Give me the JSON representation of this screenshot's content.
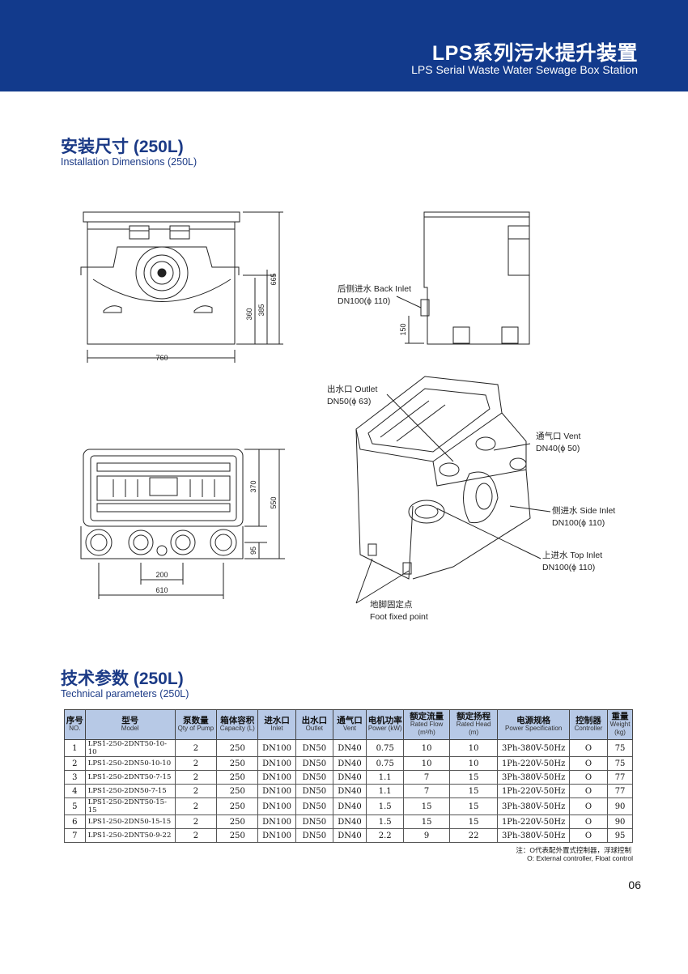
{
  "header": {
    "title_cn": "LPS系列污水提升装置",
    "title_en": "LPS Serial Waste Water Sewage Box Station"
  },
  "installation": {
    "title_cn": "安装尺寸 (250L)",
    "title_en": "Installation Dimensions (250L)",
    "dims": {
      "front_width": "760",
      "front_h1": "360",
      "front_h2": "385",
      "front_h3": "665",
      "top_w1": "200",
      "top_w2": "610",
      "top_h1": "370",
      "top_h2": "550",
      "top_h3": "95",
      "side_h": "150"
    },
    "labels": {
      "back_inlet_cn": "后侧进水 Back Inlet",
      "back_inlet_dn": "DN100(ϕ 110)",
      "outlet_cn": "出水口 Outlet",
      "outlet_dn": "DN50(ϕ 63)",
      "vent_cn": "通气口 Vent",
      "vent_dn": "DN40(ϕ 50)",
      "side_inlet_cn": "侧进水 Side Inlet",
      "side_inlet_dn": "DN100(ϕ 110)",
      "top_inlet_cn": "上进水 Top Inlet",
      "top_inlet_dn": "DN100(ϕ 110)",
      "foot_cn": "地脚固定点",
      "foot_en": "Foot fixed point"
    }
  },
  "technical": {
    "title_cn": "技术参数 (250L)",
    "title_en": "Technical parameters (250L)",
    "headers": [
      {
        "cn": "序号",
        "en": "NO."
      },
      {
        "cn": "型号",
        "en": "Model"
      },
      {
        "cn": "泵数量",
        "en": "Qty of Pump"
      },
      {
        "cn": "箱体容积",
        "en": "Capacity (L)"
      },
      {
        "cn": "进水口",
        "en": "Inlet"
      },
      {
        "cn": "出水口",
        "en": "Outlet"
      },
      {
        "cn": "通气口",
        "en": "Vent"
      },
      {
        "cn": "电机功率",
        "en": "Power (kW)"
      },
      {
        "cn": "额定流量",
        "en": "Rated Flow (m³/h)"
      },
      {
        "cn": "额定扬程",
        "en": "Rated Head (m)"
      },
      {
        "cn": "电源规格",
        "en": "Power Specification"
      },
      {
        "cn": "控制器",
        "en": "Controller"
      },
      {
        "cn": "重量",
        "en": "Weight (kg)"
      }
    ],
    "rows": [
      [
        "1",
        "LPS1-250-2DNT50-10-10",
        "2",
        "250",
        "DN100",
        "DN50",
        "DN40",
        "0.75",
        "10",
        "10",
        "3Ph-380V-50Hz",
        "O",
        "75"
      ],
      [
        "2",
        "LPS1-250-2DN50-10-10",
        "2",
        "250",
        "DN100",
        "DN50",
        "DN40",
        "0.75",
        "10",
        "10",
        "1Ph-220V-50Hz",
        "O",
        "75"
      ],
      [
        "3",
        "LPS1-250-2DNT50-7-15",
        "2",
        "250",
        "DN100",
        "DN50",
        "DN40",
        "1.1",
        "7",
        "15",
        "3Ph-380V-50Hz",
        "O",
        "77"
      ],
      [
        "4",
        "LPS1-250-2DN50-7-15",
        "2",
        "250",
        "DN100",
        "DN50",
        "DN40",
        "1.1",
        "7",
        "15",
        "1Ph-220V-50Hz",
        "O",
        "77"
      ],
      [
        "5",
        "LPS1-250-2DNT50-15-15",
        "2",
        "250",
        "DN100",
        "DN50",
        "DN40",
        "1.5",
        "15",
        "15",
        "3Ph-380V-50Hz",
        "O",
        "90"
      ],
      [
        "6",
        "LPS1-250-2DN50-15-15",
        "2",
        "250",
        "DN100",
        "DN50",
        "DN40",
        "1.5",
        "15",
        "15",
        "1Ph-220V-50Hz",
        "O",
        "90"
      ],
      [
        "7",
        "LPS1-250-2DNT50-9-22",
        "2",
        "250",
        "DN100",
        "DN50",
        "DN40",
        "2.2",
        "9",
        "22",
        "3Ph-380V-50Hz",
        "O",
        "95"
      ]
    ],
    "note_cn": "注：O代表配外置式控制器，浮球控制",
    "note_en": "O: External controller, Float control"
  },
  "page_number": "06"
}
